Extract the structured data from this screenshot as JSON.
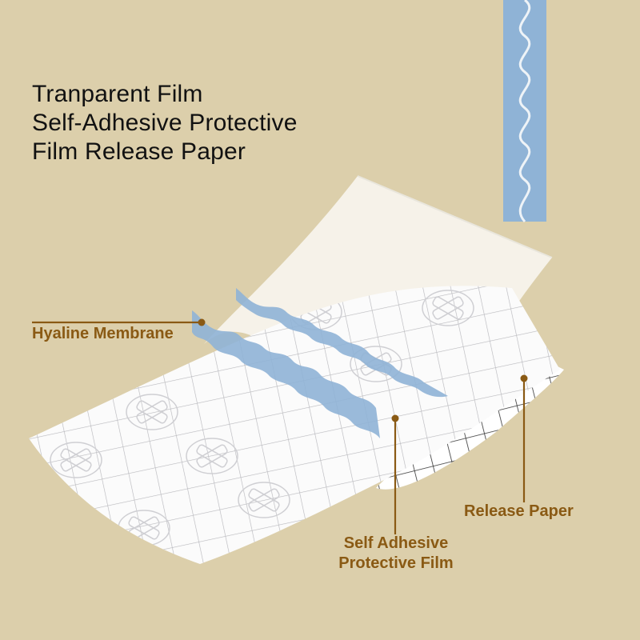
{
  "title": {
    "line1": "Tranparent Film",
    "line2": "Self-Adhesive Protective",
    "line3": "Film Release Paper"
  },
  "labels": {
    "hyaline": "Hyaline Membrane",
    "release": "Release Paper",
    "self_adhesive_line1": "Self Adhesive",
    "self_adhesive_line2": "Protective Film"
  },
  "colors": {
    "background": "#dccfab",
    "label_text": "#8a5a14",
    "leader_line": "#8a5a14",
    "blue_strip": "#8fb3d6",
    "title_text": "#111111"
  },
  "icons": {
    "bandage_pattern": "bandage-cross-icon"
  }
}
